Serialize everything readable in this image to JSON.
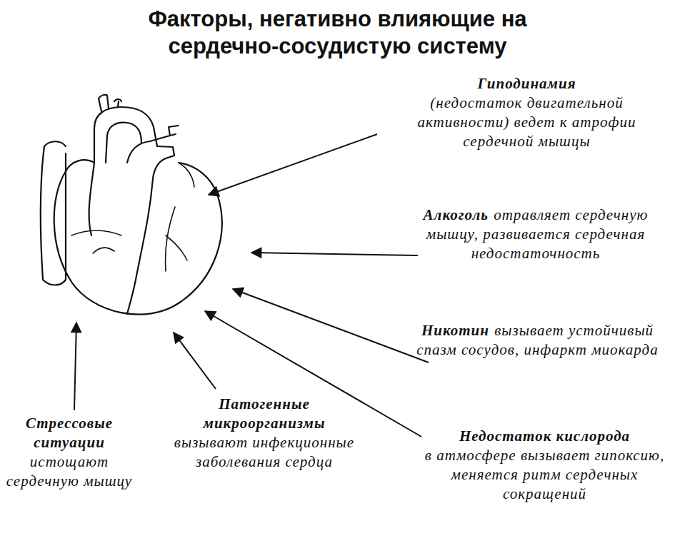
{
  "diagram": {
    "title": "Факторы, негативно влияющие на сердечно-сосудистую систему",
    "labels": [
      "Гиподинамия",
      "(недостаток двигательной активности) ведет к атрофии сердечной мышцы",
      "Алкоголь",
      "отравляет сердечную мышцу, развивается сердечная недостаточность",
      "Никотин",
      "вызывает устойчивый спазм сосудов, инфаркт миокарда",
      "Недостаток кислорода",
      "в атмосфере вызывает гипоксию, меняется ритм сердечных сокращений",
      "Стрессовые ситуации",
      "истощают сердечную мышцу",
      "Патогенные микроорганизмы",
      "вызывают инфекционные заболевания сердца"
    ]
  }
}
